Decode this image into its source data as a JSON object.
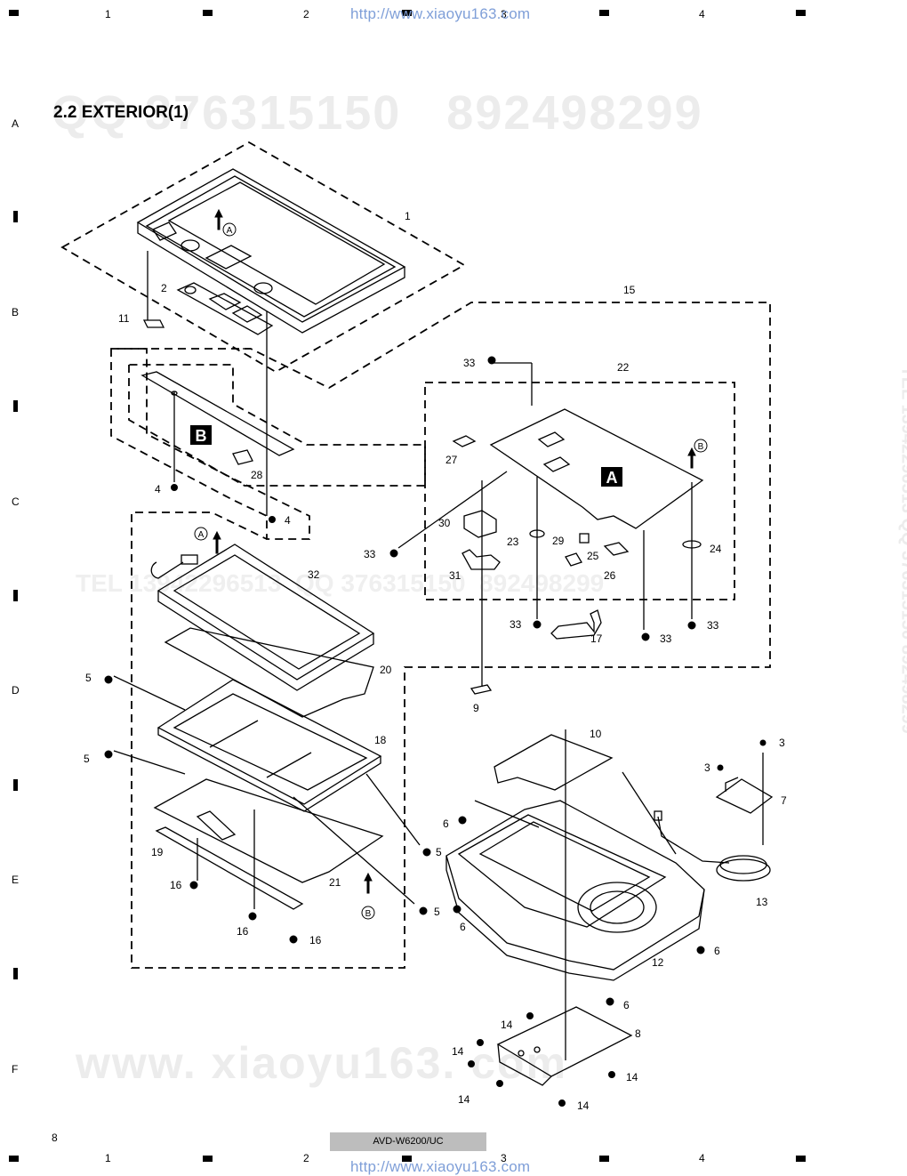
{
  "header": {
    "column_numbers": [
      "1",
      "2",
      "3",
      "4"
    ],
    "url": "http://www.xiaoyu163.com"
  },
  "row_letters": [
    "A",
    "B",
    "C",
    "D",
    "E",
    "F"
  ],
  "section_title": "2.2 EXTERIOR(1)",
  "watermarks": {
    "top": "QQ 376315150   892498299",
    "middle": "TEL 13942296513  QQ 376315150  892498299",
    "bottom": "www. xiaoyu163. com",
    "side": "TEL 13942296513  QQ 376315150  892498299"
  },
  "diagram": {
    "block_labels": [
      "A",
      "B"
    ],
    "callouts": [
      "1",
      "2",
      "3",
      "3",
      "4",
      "4",
      "5",
      "5",
      "5",
      "5",
      "6",
      "6",
      "6",
      "6",
      "7",
      "8",
      "9",
      "10",
      "11",
      "12",
      "13",
      "14",
      "14",
      "14",
      "14",
      "14",
      "15",
      "16",
      "16",
      "16",
      "17",
      "18",
      "19",
      "20",
      "21",
      "22",
      "23",
      "24",
      "25",
      "26",
      "27",
      "28",
      "29",
      "30",
      "31",
      "32",
      "33",
      "33",
      "33",
      "33",
      "33"
    ],
    "connectors": [
      "A",
      "A",
      "B",
      "B"
    ]
  },
  "footer": {
    "page_number": "8",
    "model": "AVD-W6200/UC",
    "url": "http://www.xiaoyu163.com"
  }
}
